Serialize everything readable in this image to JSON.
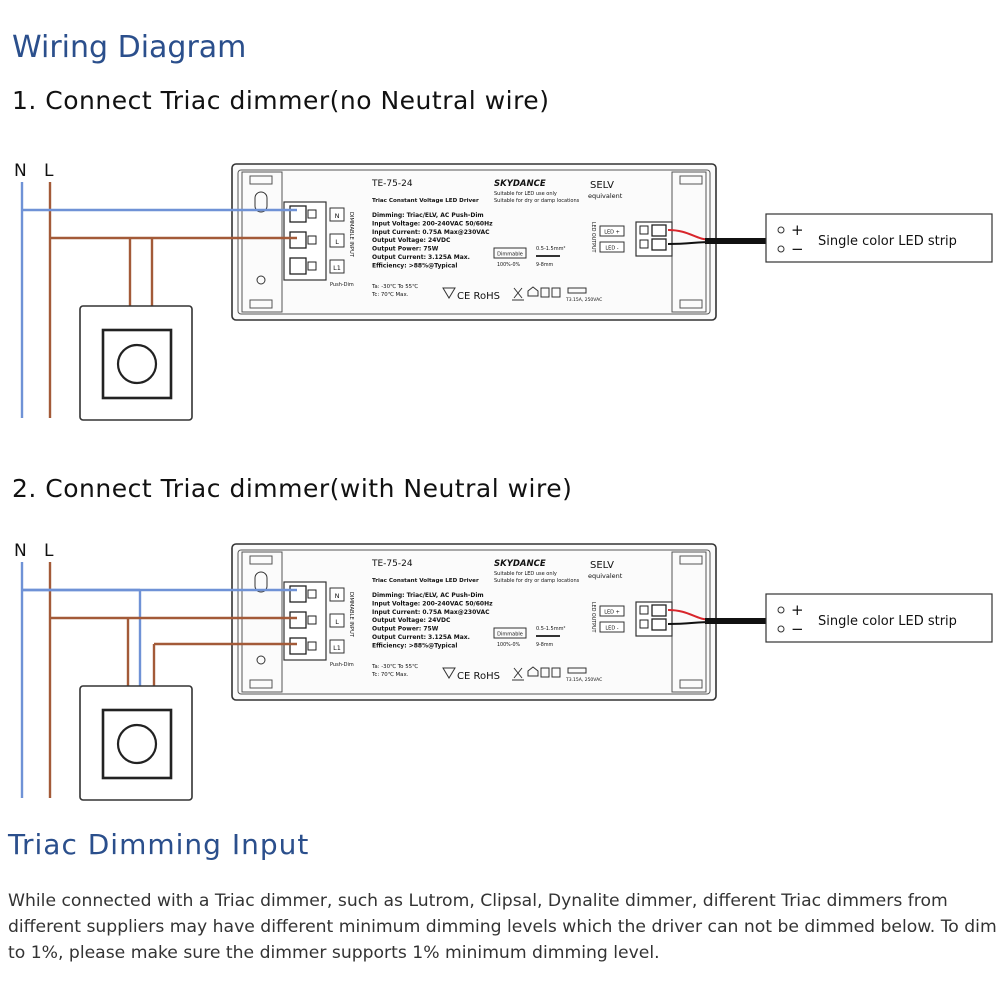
{
  "page": {
    "title": "Wiring Diagram",
    "section_title": "Triac Dimming Input",
    "paragraph": "While connected with a Triac dimmer, such as Lutrom, Clipsal, Dynalite dimmer, different Triac dimmers from different suppliers may have different minimum dimming levels which the driver can not be dimmed below. To dim to 1%, please make sure the dimmer supports 1% minimum dimming level."
  },
  "steps": [
    {
      "heading": "1. Connect Triac dimmer(no Neutral wire)"
    },
    {
      "heading": "2. Connect Triac dimmer(with Neutral wire)"
    }
  ],
  "labels": {
    "neutral": "N",
    "live": "L"
  },
  "driver": {
    "model": "TE-75-24",
    "brand": "SKYDANCE",
    "subtitle": "Triac Constant Voltage LED Driver",
    "use_note_1": "Suitable for LED use only",
    "use_note_2": "Suitable for dry or damp locations",
    "selv": "SELV",
    "equivalent": "equivalent",
    "specs": [
      "Dimming: Triac/ELV, AC Push-Dim",
      "Input Voltage: 200-240VAC 50/60Hz",
      "Input Current: 0.75A Max@230VAC",
      "Output Voltage: 24VDC",
      "Output Power: 75W",
      "Output Current: 3.125A Max.",
      "Efficiency: >88%@Typical"
    ],
    "temps": [
      "Ta: -30℃ To 55℃",
      "Tc: 70℃ Max."
    ],
    "dimming_badge": "Dimmable",
    "dimming_range": "100%-0%",
    "wire_size": "0.5-1.5mm²",
    "strip_length": "9-8mm",
    "input_side_label": "DIMMABLE INPUT",
    "input_terminals": [
      "N",
      "L",
      "L1"
    ],
    "push_dim": "Push-Dim",
    "output_label": "LED OUTPUT",
    "output_terminals": [
      "LED +",
      "LED -"
    ],
    "cert_text": "CE RoHS",
    "fuse_text": "T3.15A, 250VAC"
  },
  "output": {
    "strip_label": "Single color LED strip",
    "plus": "+",
    "minus": "−"
  },
  "colors": {
    "neutral": "#6f92d6",
    "live": "#a35a38",
    "title": "#2b4f8c",
    "driver_fill": "#fbfbfb"
  },
  "icons": [
    "dimmer-switch-icon",
    "ce-mark-icon",
    "rohs-icon",
    "weee-bin-icon",
    "house-icon",
    "class-ii-icon",
    "fuse-icon"
  ]
}
